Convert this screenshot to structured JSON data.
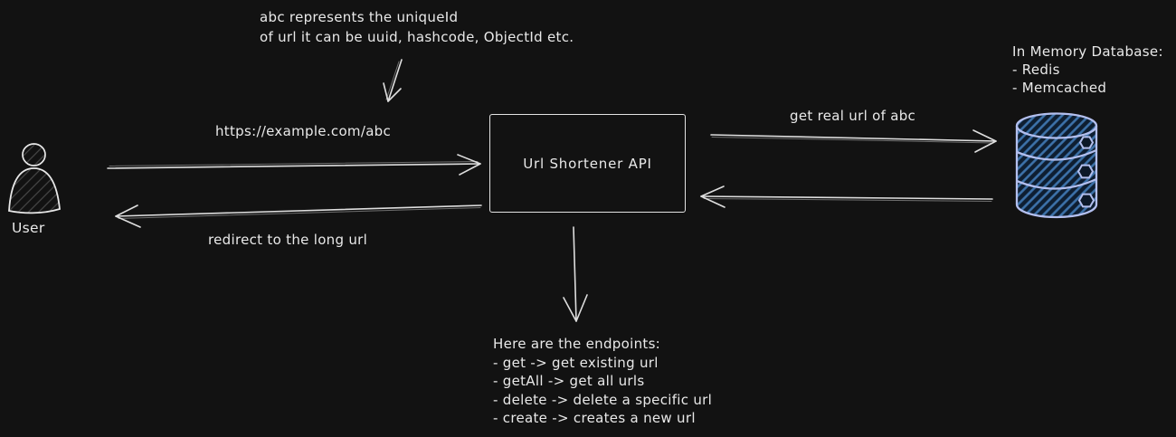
{
  "colors": {
    "background": "#121212",
    "stroke": "#e8e8e8",
    "text": "#e9e9e9",
    "db_outline": "#b3bfee",
    "db_hatch_fill": "#3d72aa",
    "db_hatch_bg": "#0e1e31"
  },
  "notes": {
    "unique_id": {
      "line1": "abc represents the uniqueId",
      "line2": "of url it can be uuid, hashcode, ObjectId etc."
    },
    "memory_db": {
      "title": "In Memory Database:",
      "items": [
        "- Redis",
        "- Memcached"
      ]
    },
    "endpoints": {
      "title": "Here are the endpoints:",
      "items": [
        "- get -> get existing url",
        "- getAll -> get all urls",
        "- delete -> delete a specific url",
        "- create -> creates a new url"
      ]
    }
  },
  "labels": {
    "request_url": "https://example.com/abc",
    "redirect": "redirect to the long url",
    "get_real_url": "get real url of abc"
  },
  "nodes": {
    "user": {
      "label": "User"
    },
    "api_box": {
      "label": "Url Shortener API"
    },
    "database": {
      "icon": "database-cylinder-icon"
    }
  }
}
